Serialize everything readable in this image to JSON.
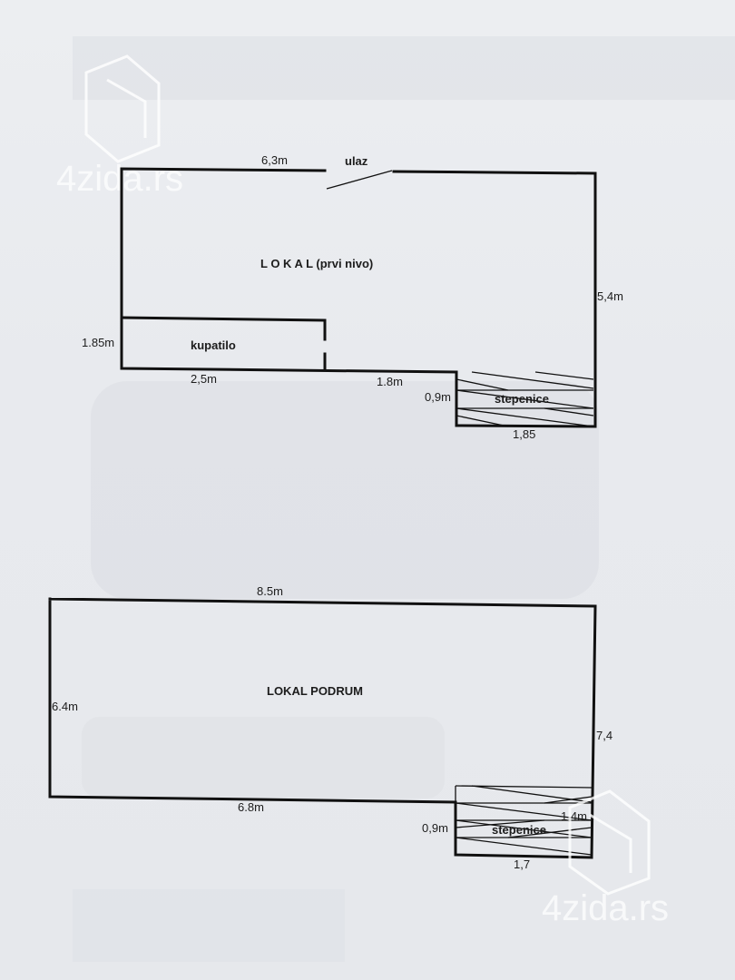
{
  "watermark": {
    "brand": "4zida.rs"
  },
  "first_level": {
    "title": "L O K A L (prvi nivo)",
    "entrance_label": "ulaz",
    "bathroom_label": "kupatilo",
    "stairs_label": "stepenice",
    "dims": {
      "top_left": "6,3m",
      "right": "5,4m",
      "bathroom_height": "1.85m",
      "bathroom_width": "2,5m",
      "bottom_middle": "1.8m",
      "stairs_height": "0,9m",
      "stairs_width": "1,85"
    }
  },
  "basement": {
    "title": "LOKAL PODRUM",
    "stairs_label": "stepenice",
    "dims": {
      "top": "8.5m",
      "left": "6.4m",
      "right": "7,4",
      "bottom": "6.8m",
      "stairs_height": "0,9m",
      "stairs_inner": "1,4m",
      "stairs_width": "1,7"
    }
  },
  "colors": {
    "line": "#111111",
    "paper": "#eceef1"
  }
}
